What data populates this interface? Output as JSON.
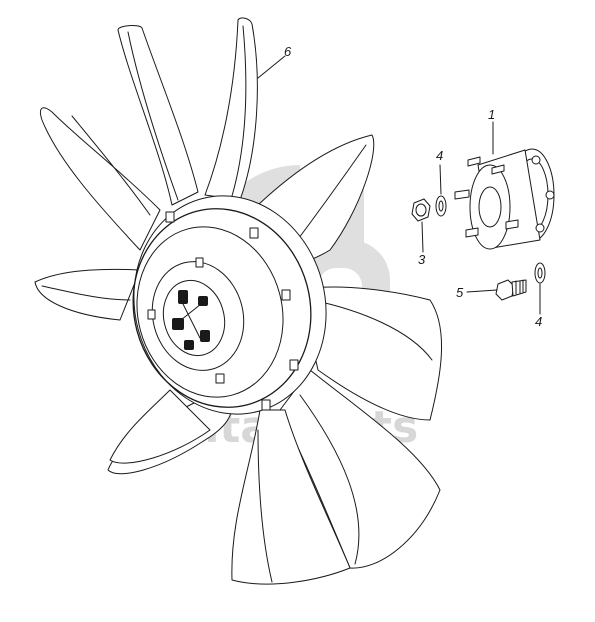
{
  "callouts": {
    "fan": "6",
    "hub": "1",
    "nut": "3",
    "washer_top": "4",
    "bolt": "5",
    "washer_bottom": "4"
  },
  "watermark": {
    "text": "data-parts",
    "color": "#d7d7d7"
  },
  "colors": {
    "line": "#1a1a1a",
    "background": "#ffffff"
  }
}
